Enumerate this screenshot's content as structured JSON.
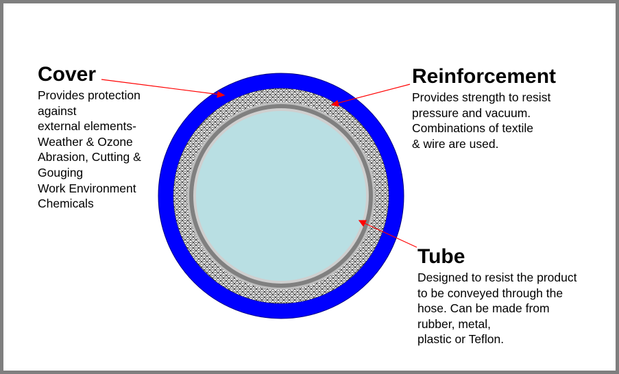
{
  "colors": {
    "frame": "#7f7f7f",
    "cover": "#0000ff",
    "tube_wall": "#808080",
    "bore": "#b9dfe3",
    "pointer": "#ff0000"
  },
  "cover": {
    "title": "Cover",
    "lines": [
      "Provides protection",
      "against",
      "external elements-",
      "Weather & Ozone",
      "Abrasion, Cutting &",
      "Gouging",
      "Work Environment",
      "Chemicals"
    ]
  },
  "reinforcement": {
    "title": "Reinforcement",
    "lines": [
      "Provides strength to resist",
      "pressure and vacuum.",
      "Combinations of textile",
      "& wire are used."
    ]
  },
  "tube": {
    "title": "Tube",
    "lines": [
      "Designed to resist the product",
      "to be conveyed through the",
      "hose. Can be made from",
      "rubber, metal,",
      "plastic or Teflon."
    ]
  }
}
